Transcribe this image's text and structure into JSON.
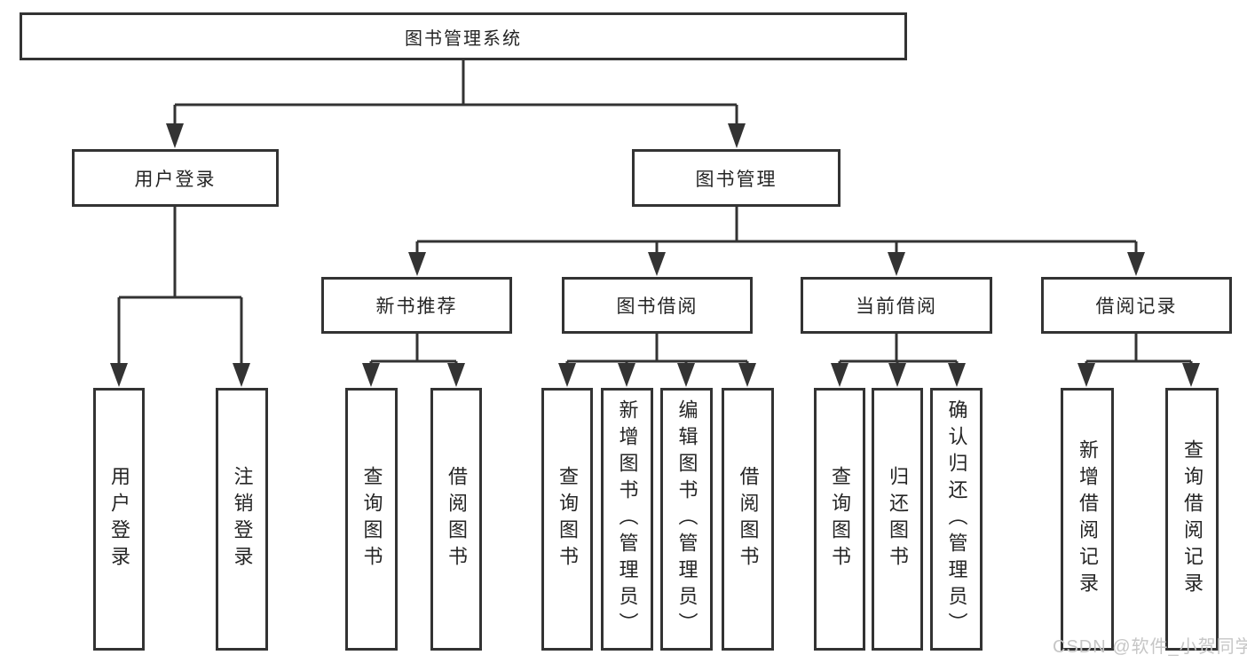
{
  "diagram": {
    "type": "tree",
    "root": {
      "label": "图书管理系统",
      "children": [
        {
          "label": "用户登录",
          "children": [
            {
              "label": "用户登录"
            },
            {
              "label": "注销登录"
            }
          ]
        },
        {
          "label": "图书管理",
          "children": [
            {
              "label": "新书推荐",
              "children": [
                {
                  "label": "查询图书"
                },
                {
                  "label": "借阅图书"
                }
              ]
            },
            {
              "label": "图书借阅",
              "children": [
                {
                  "label": "查询图书"
                },
                {
                  "label": "新增图书（管理员）"
                },
                {
                  "label": "编辑图书（管理员）"
                },
                {
                  "label": "借阅图书"
                }
              ]
            },
            {
              "label": "当前借阅",
              "children": [
                {
                  "label": "查询图书"
                },
                {
                  "label": "归还图书"
                },
                {
                  "label": "确认归还（管理员）"
                }
              ]
            },
            {
              "label": "借阅记录",
              "children": [
                {
                  "label": "新增借阅记录"
                },
                {
                  "label": "查询借阅记录"
                }
              ]
            }
          ]
        }
      ]
    }
  },
  "watermark": {
    "text": "CSDN @软件_小贺同学"
  },
  "colors": {
    "line": "#333333",
    "node_background": "#ffffff",
    "text": "#252525",
    "watermark": "#c6c6c6"
  }
}
